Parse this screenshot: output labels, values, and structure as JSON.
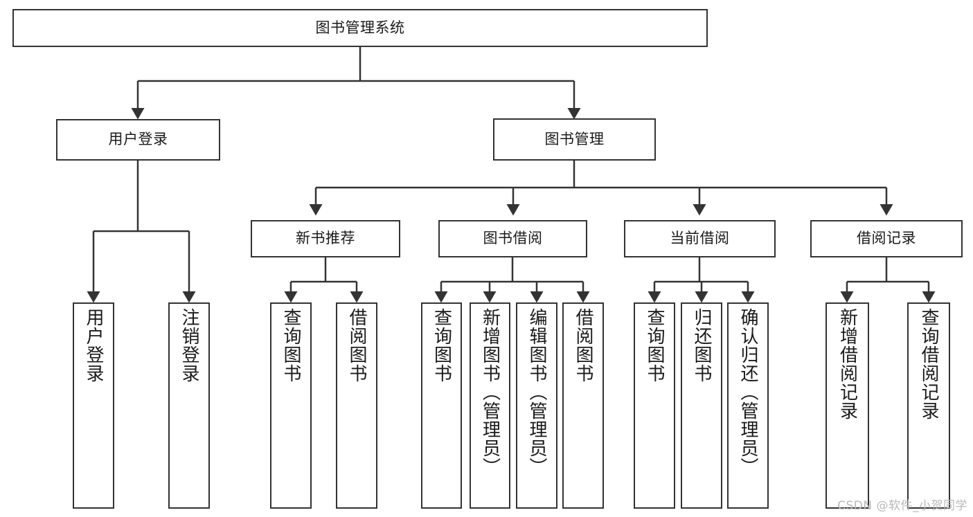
{
  "diagram": {
    "title": "图书管理系统",
    "type": "tree-hierarchy-chart",
    "root": {
      "label": "图书管理系统"
    },
    "level1": [
      {
        "label": "用户登录"
      },
      {
        "label": "图书管理"
      }
    ],
    "level2": [
      {
        "label": "新书推荐",
        "parent": "图书管理"
      },
      {
        "label": "图书借阅",
        "parent": "图书管理"
      },
      {
        "label": "当前借阅",
        "parent": "图书管理"
      },
      {
        "label": "借阅记录",
        "parent": "图书管理"
      }
    ],
    "leaves": {
      "user_login": [
        {
          "label": "用户登录"
        },
        {
          "label": "注销登录"
        }
      ],
      "new_book_recommend": [
        {
          "label": "查询图书"
        },
        {
          "label": "借阅图书"
        }
      ],
      "book_borrow": [
        {
          "label": "查询图书"
        },
        {
          "label": "新增图书（管理员）"
        },
        {
          "label": "编辑图书（管理员）"
        },
        {
          "label": "借阅图书"
        }
      ],
      "current_borrow": [
        {
          "label": "查询图书"
        },
        {
          "label": "归还图书"
        },
        {
          "label": "确认归还（管理员）"
        }
      ],
      "borrow_record": [
        {
          "label": "新增借阅记录"
        },
        {
          "label": "查询借阅记录"
        }
      ]
    }
  },
  "watermark": {
    "text": "CSDN @软件_小贺同学"
  },
  "colors": {
    "stroke": "#333333",
    "background": "#ffffff",
    "text": "#1a1a1a",
    "watermark": "#b9b9b9"
  }
}
